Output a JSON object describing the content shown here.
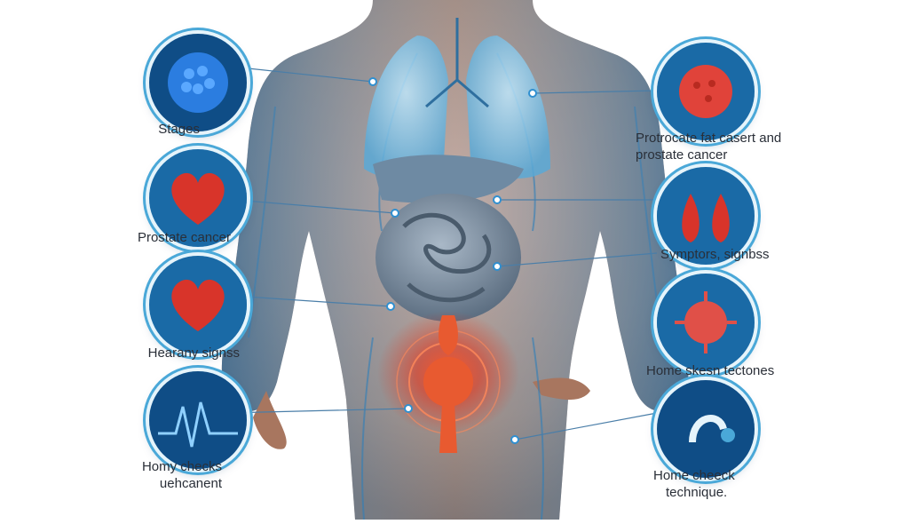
{
  "left_labels": [
    {
      "id": "stages",
      "text": "Stages"
    },
    {
      "id": "prostate-cancer",
      "text": "Prostate cancer"
    },
    {
      "id": "hearany-signss",
      "text": "Hearany signss"
    },
    {
      "id": "homy-checks",
      "line1": "Homy checks",
      "line2": "uehcanent"
    }
  ],
  "right_labels": [
    {
      "id": "protrocate",
      "line1": "Protrocate fat casert and",
      "line2": "prostate cancer"
    },
    {
      "id": "symptors",
      "text": "Symptors, signbss"
    },
    {
      "id": "home-skesn",
      "text": "Home skesn tectones"
    },
    {
      "id": "home-check",
      "line1": "Home cheeck",
      "line2": "technique."
    }
  ],
  "colors": {
    "body": "#5aa9d6",
    "skin": "#c98e73",
    "organ": "#7a8fa3",
    "accent": "#e0341c",
    "line": "#4a7ea8"
  }
}
